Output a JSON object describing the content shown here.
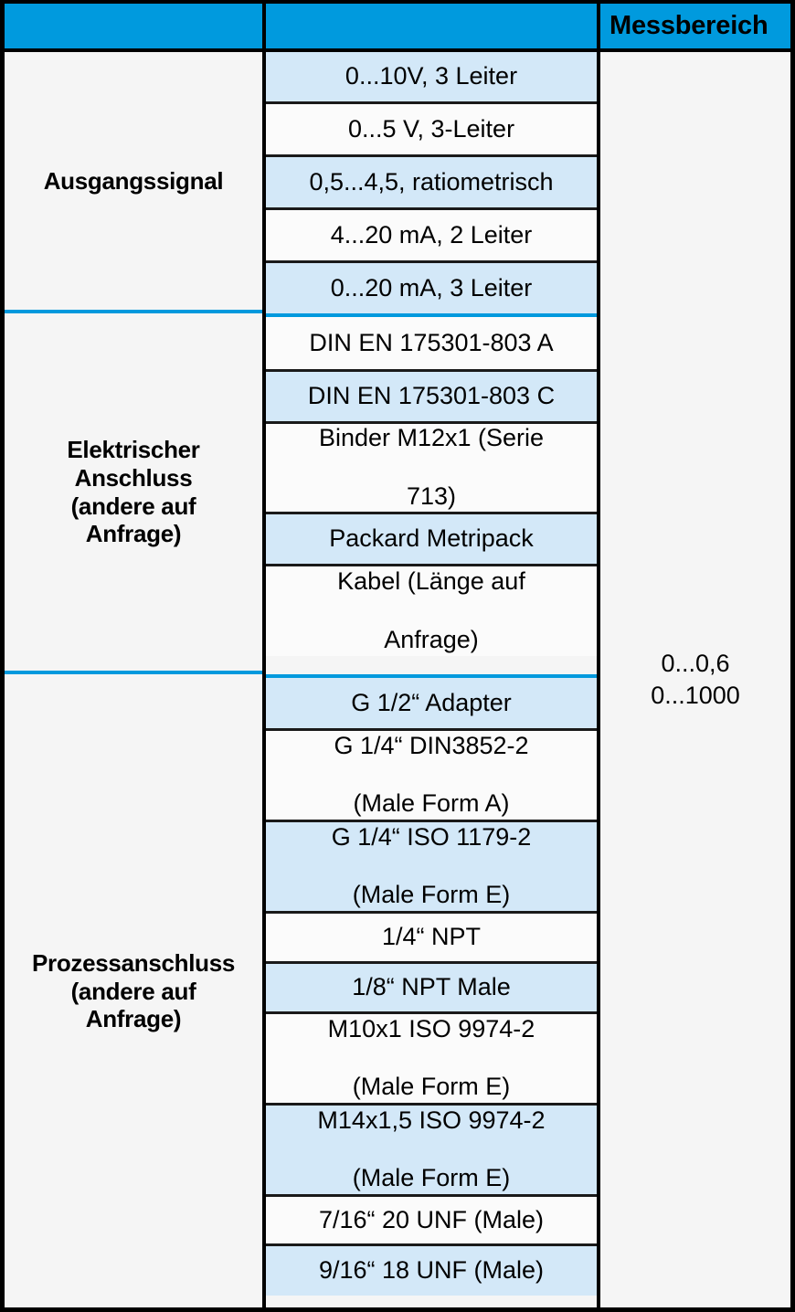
{
  "header": {
    "col1_label": "",
    "col2_label": "",
    "col3_label": "Messbereich"
  },
  "measuring_range": {
    "line1": "0...0,6",
    "line2": "0...1000"
  },
  "groups": [
    {
      "label": "Ausgangssignal",
      "rows": [
        {
          "text": "0...10V, 3 Leiter"
        },
        {
          "text": "0...5 V, 3-Leiter"
        },
        {
          "text": "0,5...4,5, ratiometrisch"
        },
        {
          "text": "4...20 mA, 2 Leiter"
        },
        {
          "text": "0...20 mA, 3 Leiter"
        }
      ]
    },
    {
      "label": "Elektrischer Anschluss (andere auf Anfrage)",
      "label_lines": [
        "Elektrischer",
        "Anschluss",
        "(andere auf",
        "Anfrage)"
      ],
      "rows": [
        {
          "text": "DIN EN 175301-803 A"
        },
        {
          "text": "DIN EN 175301-803 C"
        },
        {
          "line1": "Binder M12x1 (Serie",
          "line2": "713)"
        },
        {
          "text": "Packard Metripack"
        },
        {
          "line1": "Kabel (Länge auf",
          "line2": "Anfrage)"
        }
      ]
    },
    {
      "label": "Prozessanschluss (andere auf Anfrage)",
      "label_lines": [
        "Prozessanschluss",
        "(andere auf",
        "Anfrage)"
      ],
      "rows": [
        {
          "text": "G 1/2“ Adapter"
        },
        {
          "line1": "G 1/4“ DIN3852-2",
          "line2": "(Male Form A)"
        },
        {
          "line1": "G 1/4“ ISO 1179-2",
          "line2": "(Male Form E)"
        },
        {
          "text": "1/4“ NPT"
        },
        {
          "text": "1/8“ NPT Male"
        },
        {
          "line1": "M10x1 ISO 9974-2",
          "line2": "(Male Form E)"
        },
        {
          "line1": "M14x1,5 ISO 9974-2",
          "line2": "(Male Form E)"
        },
        {
          "text": "7/16“ 20 UNF (Male)"
        },
        {
          "text": "9/16“ 18 UNF (Male)"
        }
      ]
    }
  ],
  "colors": {
    "header_blue": "#009ade",
    "row_blue": "#d3e8f8",
    "row_white": "#fbfbfb",
    "separator_blue": "#0099dd",
    "page_bg": "#f5f5f5",
    "border_black": "#000000"
  }
}
